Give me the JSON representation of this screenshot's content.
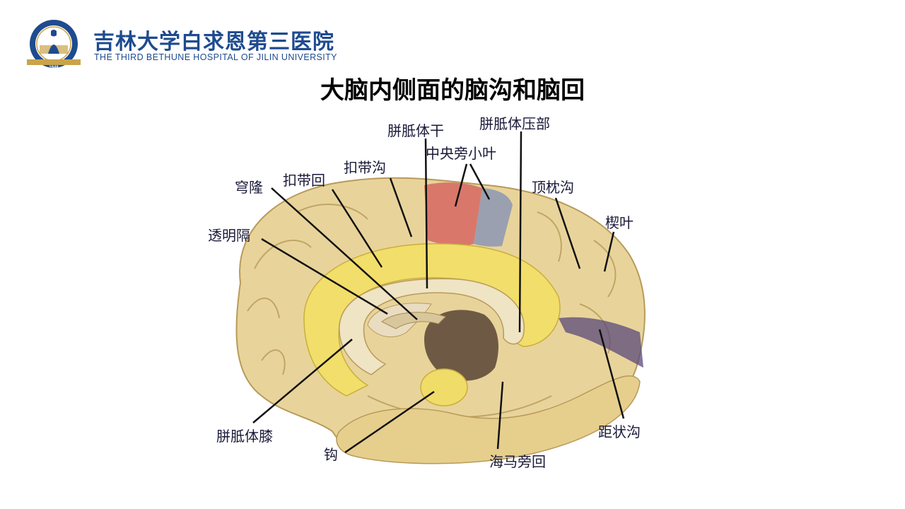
{
  "header": {
    "hospital_name_cn": "吉林大学白求恩第三医院",
    "hospital_name_en": "THE THIRD BETHUNE HOSPITAL OF JILIN UNIVERSITY",
    "logo_year": "1948",
    "logo_icon": "hospital-emblem-icon"
  },
  "slide": {
    "title": "大脑内侧面的脑沟和脑回"
  },
  "diagram": {
    "labels": {
      "corpus_callosum_trunk": "胼胝体干",
      "corpus_callosum_splenium": "胼胝体压部",
      "paracentral_lobule": "中央旁小叶",
      "cingulate_sulcus": "扣带沟",
      "fornix": "穹隆",
      "cingulate_gyrus": "扣带回",
      "parieto_occipital_sulcus": "顶枕沟",
      "precuneus": "楔叶",
      "septum_pellucidum": "透明隔",
      "corpus_callosum_genu": "胼胝体膝",
      "uncus": "钩",
      "parahippocampal_gyrus": "海马旁回",
      "calcarine_sulcus": "距状沟"
    },
    "colors": {
      "brain_base": "#e8d49a",
      "cingulate_yellow": "#f2de6a",
      "paracentral_red": "#d9786a",
      "paracentral_gray": "#9aa0b0",
      "calcarine_purple": "#5a4a7a",
      "leader_line": "#111111"
    }
  }
}
